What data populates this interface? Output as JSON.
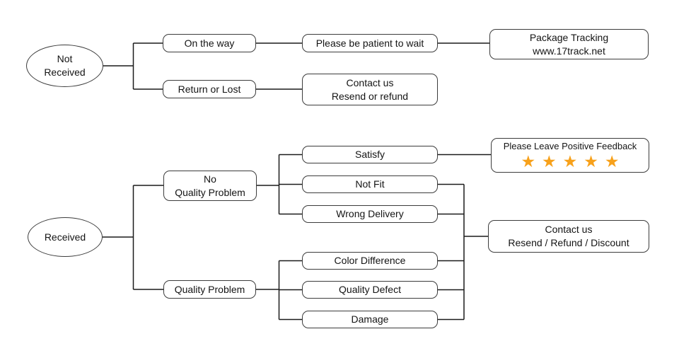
{
  "colors": {
    "star": "#F7A11B",
    "box_border": "#3C3C3C",
    "line": "#1A1A1A",
    "background": "#FFFFFF"
  },
  "nodes": {
    "not_received": {
      "lines": [
        "Not",
        "Received"
      ]
    },
    "on_the_way": {
      "label": "On the way"
    },
    "please_be_patient": {
      "label": "Please be patient to wait"
    },
    "package_tracking": {
      "lines": [
        "Package Tracking",
        "www.17track.net"
      ]
    },
    "return_or_lost": {
      "label": "Return or Lost"
    },
    "contact_us_not_received": {
      "lines": [
        "Contact us",
        "Resend or refund"
      ]
    },
    "received": {
      "label": "Received"
    },
    "no_quality_problem": {
      "lines": [
        "No",
        "Quality Problem"
      ]
    },
    "quality_problem": {
      "label": "Quality Problem"
    },
    "satisfy": {
      "label": "Satisfy"
    },
    "not_fit": {
      "label": "Not Fit"
    },
    "wrong_delivery": {
      "label": "Wrong Delivery"
    },
    "color_difference": {
      "label": "Color Difference"
    },
    "quality_defect": {
      "label": "Quality Defect"
    },
    "damage": {
      "label": "Damage"
    },
    "positive_feedback": {
      "label": "Please Leave Positive Feedback",
      "star_count": 5,
      "stars": "★★★★★"
    },
    "contact_us_received": {
      "lines": [
        "Contact us",
        "Resend / Refund / Discount"
      ]
    }
  }
}
